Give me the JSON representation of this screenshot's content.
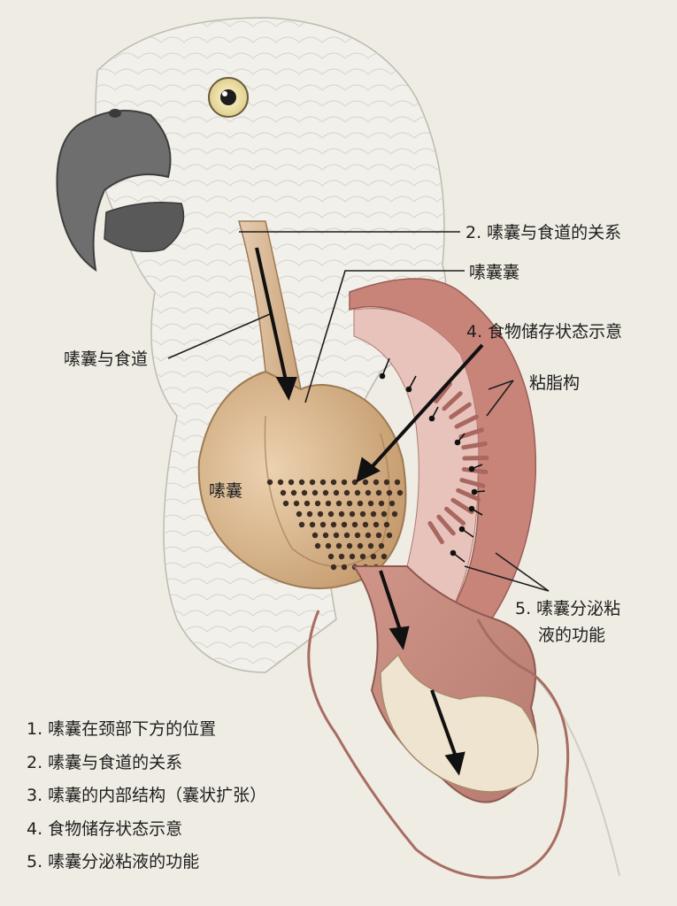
{
  "labels": {
    "relation_top": "2. 嗉囊与食道的关系",
    "crop_sac_top": "嗉囊囊",
    "food_storage": "4. 食物储存状态示意",
    "esophagus": "嗉囊与食道",
    "mucosa": "粘脂构",
    "crop": "嗉囊",
    "secretion_line1": "5. 嗉囊分泌粘",
    "secretion_line2": "液的功能"
  },
  "legend": [
    "1. 嗉囊在颈部下方的位置",
    "2. 嗉囊与食道的关系",
    "3. 嗉囊的内部结构（囊状扩张）",
    "4. 食物储存状态示意",
    "5. 嗉囊分泌粘液的功能"
  ],
  "colors": {
    "background": "#efece3",
    "feather": "#f1f0ea",
    "beak": "#6e6e6e",
    "crop": "#d8b58c",
    "esophagus_tissue": "#d7a59d",
    "mucosa": "#e8c3bb",
    "food_dots": "#3c2c22",
    "text": "#1e1e1e"
  }
}
